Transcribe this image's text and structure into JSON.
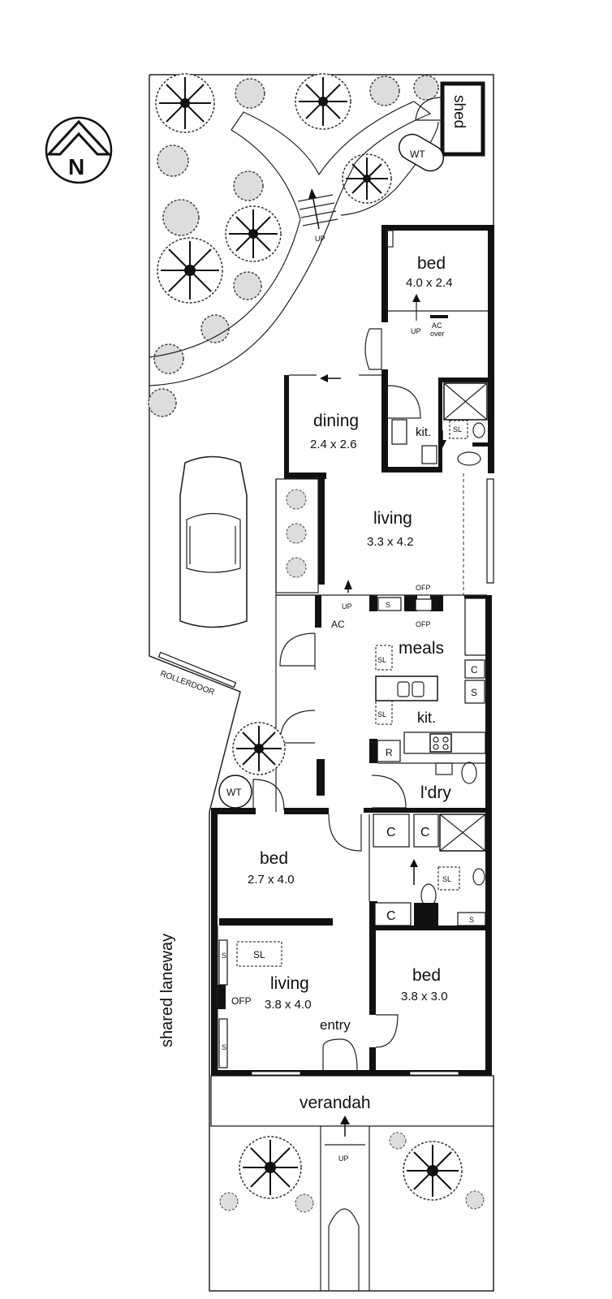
{
  "compass": {
    "label": "N"
  },
  "rooms": {
    "bed_rear": {
      "name": "bed",
      "dims": "4.0 x 2.4"
    },
    "dining": {
      "name": "dining",
      "dims": "2.4 x 2.6"
    },
    "living_rear": {
      "name": "living",
      "dims": "3.3 x 4.2"
    },
    "meals": {
      "name": "meals"
    },
    "kit_main": {
      "name": "kit."
    },
    "kit_small": {
      "name": "kit."
    },
    "laundry": {
      "name": "l'dry"
    },
    "bed_mid": {
      "name": "bed",
      "dims": "2.7 x 4.0"
    },
    "living_front": {
      "name": "living",
      "dims": "3.8 x 4.0"
    },
    "bed_front": {
      "name": "bed",
      "dims": "3.8 x 3.0"
    },
    "verandah": {
      "name": "verandah"
    },
    "entry": {
      "name": "entry"
    },
    "shed": {
      "name": "shed"
    }
  },
  "labels": {
    "shared_laneway": "shared laneway",
    "rollerdoor": "ROLLERDOOR",
    "wt": "WT",
    "up": "UP",
    "ac": "AC",
    "ac_over_1": "AC",
    "ac_over_2": "over",
    "ofp": "OFP",
    "sl": "SL",
    "s": "S",
    "c": "C",
    "r": "R"
  }
}
